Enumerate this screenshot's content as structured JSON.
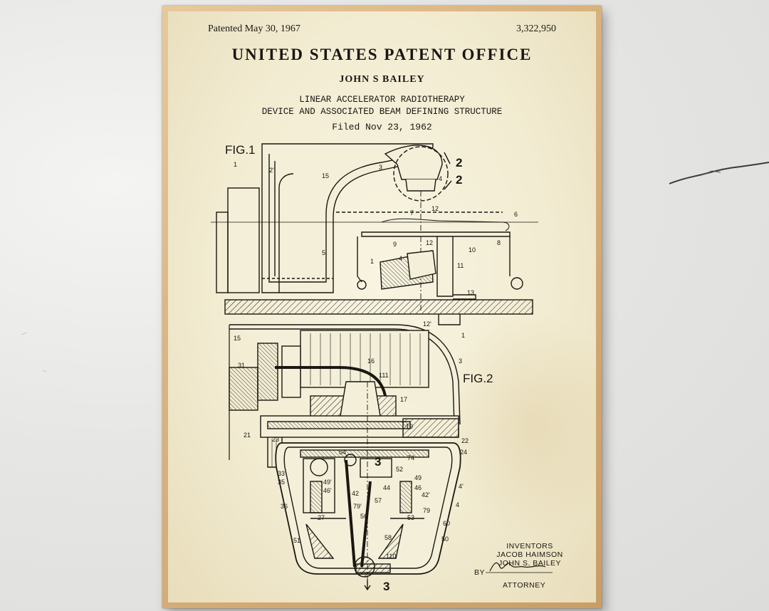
{
  "patent": {
    "patented_date": "Patented May 30, 1967",
    "patent_number": "3,322,950",
    "office": "UNITED STATES PATENT OFFICE",
    "inventor_header": "JOHN S BAILEY",
    "title_line_1": "LINEAR ACCELERATOR RADIOTHERAPY",
    "title_line_2": "DEVICE AND ASSOCIATED BEAM DEFINING STRUCTURE",
    "filed": "Filed Nov 23, 1962"
  },
  "figures": {
    "fig1_label": "FIG.1",
    "fig2_label": "FIG.2",
    "section_marks": [
      "2",
      "2",
      "3",
      "3"
    ],
    "fig1_refs": [
      "1",
      "2'",
      "15",
      "3",
      "4",
      "12",
      "7",
      "6",
      "5",
      "9",
      "12",
      "10",
      "8",
      "1",
      "4",
      "11",
      "13",
      "12'"
    ],
    "fig2_refs": [
      "15",
      "31",
      "16",
      "111",
      "3",
      "1",
      "17",
      "19",
      "21",
      "23",
      "22",
      "24",
      "54",
      "74",
      "52",
      "33",
      "35",
      "49'",
      "46'",
      "42",
      "44",
      "49",
      "46",
      "42'",
      "4'",
      "36",
      "27",
      "79'",
      "57",
      "56",
      "53",
      "79",
      "4",
      "60",
      "58",
      "50",
      "51",
      "110"
    ]
  },
  "signature": {
    "inventors_heading": "INVENTORS",
    "inventor_1": "JACOB HAIMSON",
    "inventor_2": "JOHN S. BAILEY",
    "by": "BY",
    "signature_script": "Wm. T. Nolan",
    "attorney": "ATTORNEY"
  },
  "colors": {
    "frame": "#d9b27c",
    "paper": "#f4efd8",
    "ink": "#1a1712",
    "wall": "#e9e9e7"
  }
}
